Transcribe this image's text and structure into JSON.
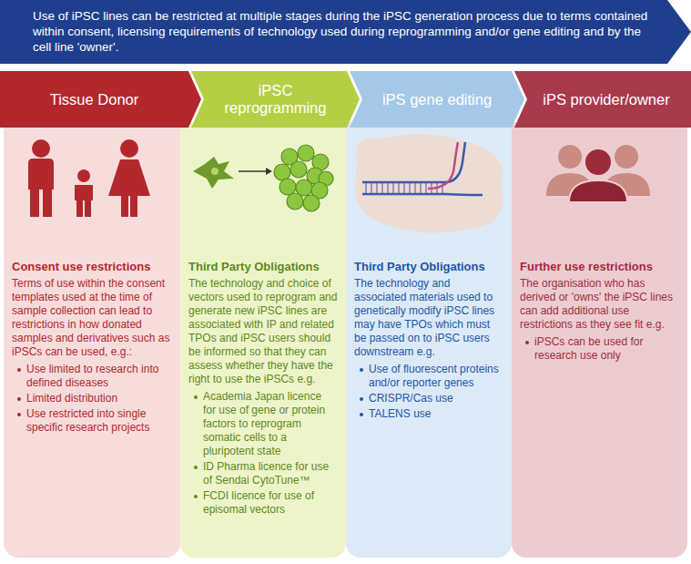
{
  "diagram": {
    "nodes": [
      {
        "text": [
          "Use of iPSC lines can be restricted at multiple stages during the iPSC generation process due to terms contained within consent, licensing requirements of technology used during reprogramming and/or gene editing and by the cell line 'owner'."
        ]
      },
      {
        "text": [
          "Tissue Donor"
        ]
      },
      {
        "text": [
          "Consent use restrictions",
          "Terms of use within the consent templates used at the time of sample collection can lead to restrictions in how donated samples and derivatives such as iPSCs can be used, e.g.:",
          "Use limited to research into defined diseases",
          "Limited distribution",
          "Use restricted into single specific research projects"
        ]
      },
      {
        "text": [
          "iPSC reprogramming"
        ]
      },
      {
        "text": [
          "Third Party Obligations",
          "The technology and choice of vectors used to reprogram and generate new iPSC lines are associated with IP and related TPOs and iPSC users should be informed so that they can assess whether they have the right to use the iPSCs e.g.",
          "Academia Japan licence for use of gene or protein factors to reprogram somatic cells to a pluripotent state",
          "ID Pharma licence for use of Sendai CytoTune™",
          "FCDI licence for use of episomal vectors"
        ]
      },
      {
        "text": [
          "iPS gene editing"
        ]
      },
      {
        "text": [
          "Third Party Obligations",
          "The technology and associated materials used to genetically modify iPSC lines may have TPOs which must be passed on to iPSC users downstream e.g.",
          "Use of fluorescent proteins and/or reporter genes",
          "CRISPR/Cas use",
          "TALENS use"
        ]
      },
      {
        "text": [
          "iPS provider/owner"
        ]
      },
      {
        "text": [
          "Further use restrictions",
          "The organisation who has derived or 'owns' the iPSC lines can add additional use restrictions as they see fit e.g.",
          "iPSCs can be used for research use only"
        ]
      }
    ]
  }
}
